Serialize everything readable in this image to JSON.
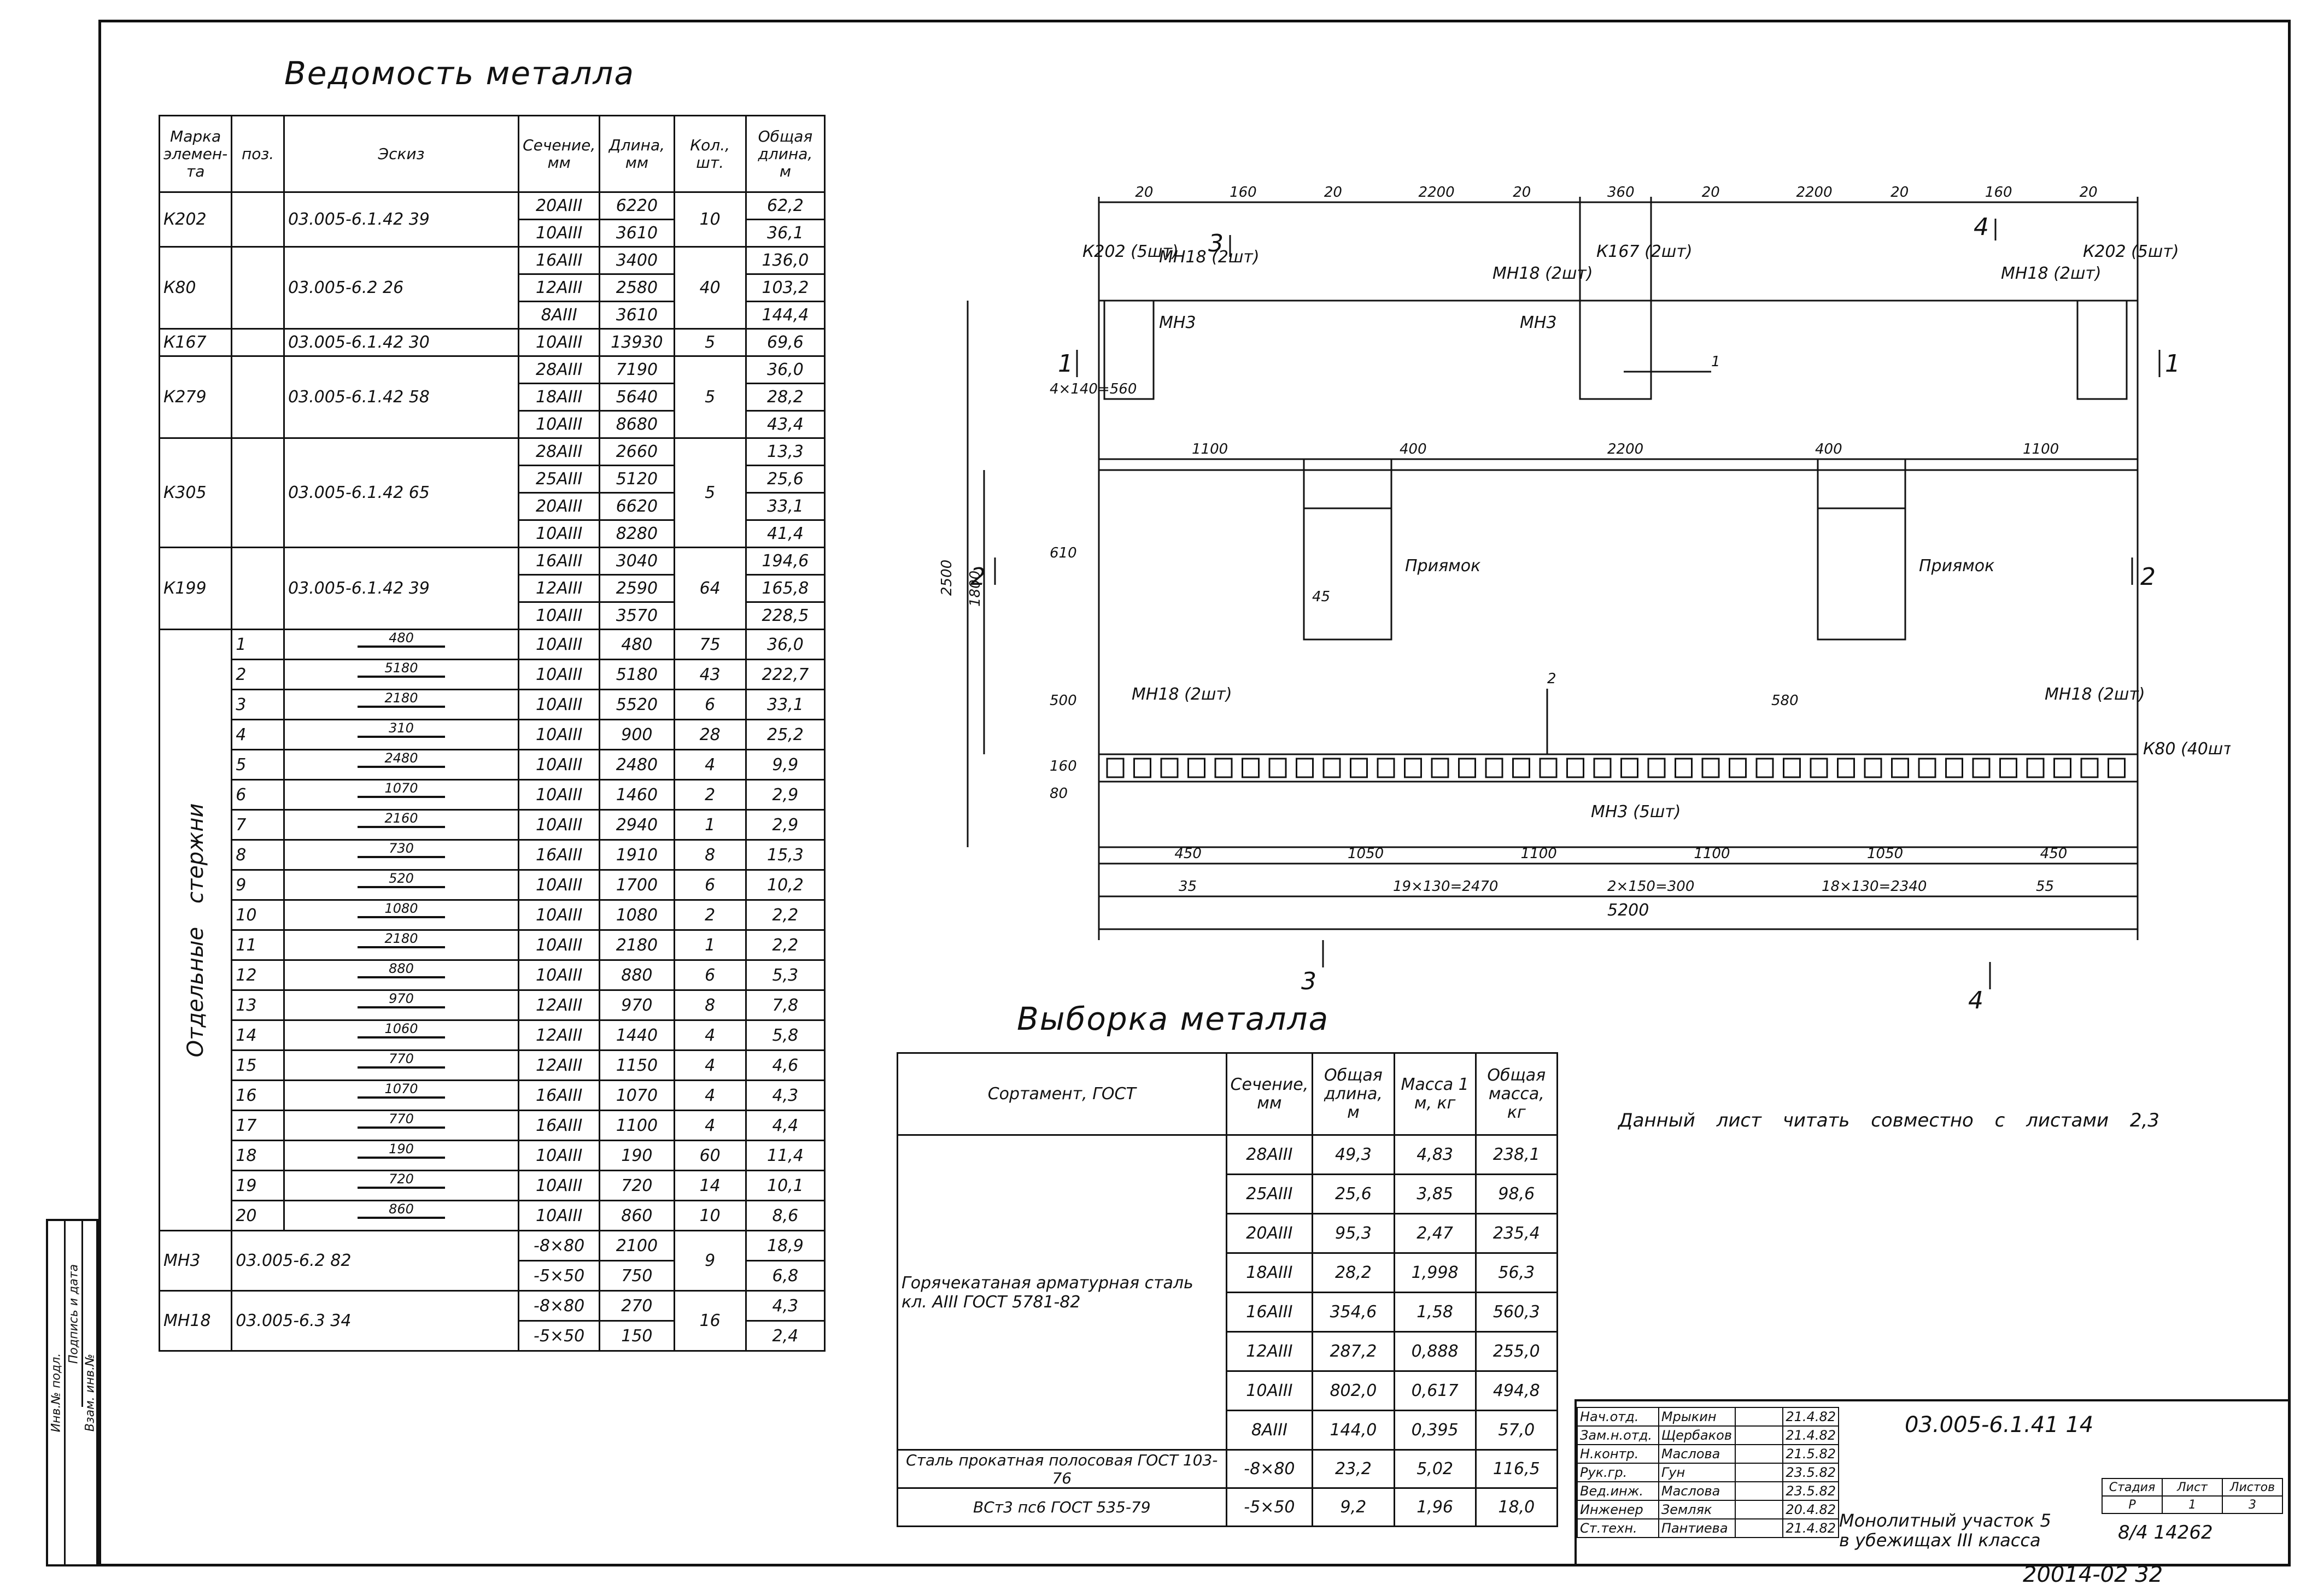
{
  "vedomost": {
    "title": "Ведомость металла",
    "headers": [
      "Марка элемен-та",
      "поз.",
      "Эскиз",
      "Сечение, мм",
      "Длина, мм",
      "Кол., шт.",
      "Общая длина, м"
    ],
    "elements": [
      {
        "mark": "К202",
        "sketch": "03.005-6.1.42 39",
        "qty": "10",
        "rows": [
          [
            "20АIII",
            "6220",
            "62,2"
          ],
          [
            "10АIII",
            "3610",
            "36,1"
          ]
        ]
      },
      {
        "mark": "К80",
        "sketch": "03.005-6.2 26",
        "qty": "40",
        "rows": [
          [
            "16АIII",
            "3400",
            "136,0"
          ],
          [
            "12АIII",
            "2580",
            "103,2"
          ],
          [
            "8АIII",
            "3610",
            "144,4"
          ]
        ]
      },
      {
        "mark": "К167",
        "sketch": "03.005-6.1.42 30",
        "qty": "5",
        "rows": [
          [
            "10АIII",
            "13930",
            "69,6"
          ]
        ]
      },
      {
        "mark": "К279",
        "sketch": "03.005-6.1.42 58",
        "qty": "5",
        "rows": [
          [
            "28АIII",
            "7190",
            "36,0"
          ],
          [
            "18АIII",
            "5640",
            "28,2"
          ],
          [
            "10АIII",
            "8680",
            "43,4"
          ]
        ]
      },
      {
        "mark": "К305",
        "sketch": "03.005-6.1.42 65",
        "qty": "5",
        "rows": [
          [
            "28АIII",
            "2660",
            "13,3"
          ],
          [
            "25АIII",
            "5120",
            "25,6"
          ],
          [
            "20АIII",
            "6620",
            "33,1"
          ],
          [
            "10АIII",
            "8280",
            "41,4"
          ]
        ]
      },
      {
        "mark": "К199",
        "sketch": "03.005-6.1.42 39",
        "qty": "64",
        "rows": [
          [
            "16АIII",
            "3040",
            "194,6"
          ],
          [
            "12АIII",
            "2590",
            "165,8"
          ],
          [
            "10АIII",
            "3570",
            "228,5"
          ]
        ]
      }
    ],
    "separate_label": "Отдельные стержни",
    "bars": [
      {
        "pos": "1",
        "len": "480",
        "sec": "10АIII",
        "dl": "480",
        "qty": "75",
        "total": "36,0"
      },
      {
        "pos": "2",
        "len": "5180",
        "sec": "10АIII",
        "dl": "5180",
        "qty": "43",
        "total": "222,7"
      },
      {
        "pos": "3",
        "len": "2180",
        "sec": "10АIII",
        "dl": "5520",
        "qty": "6",
        "total": "33,1"
      },
      {
        "pos": "4",
        "len": "310",
        "sec": "10АIII",
        "dl": "900",
        "qty": "28",
        "total": "25,2"
      },
      {
        "pos": "5",
        "len": "2480",
        "sec": "10АIII",
        "dl": "2480",
        "qty": "4",
        "total": "9,9"
      },
      {
        "pos": "6",
        "len": "1070",
        "sec": "10АIII",
        "dl": "1460",
        "qty": "2",
        "total": "2,9"
      },
      {
        "pos": "7",
        "len": "2160",
        "sec": "10АIII",
        "dl": "2940",
        "qty": "1",
        "total": "2,9"
      },
      {
        "pos": "8",
        "len": "730",
        "sec": "16АIII",
        "dl": "1910",
        "qty": "8",
        "total": "15,3"
      },
      {
        "pos": "9",
        "len": "520",
        "sec": "10АIII",
        "dl": "1700",
        "qty": "6",
        "total": "10,2"
      },
      {
        "pos": "10",
        "len": "1080",
        "sec": "10АIII",
        "dl": "1080",
        "qty": "2",
        "total": "2,2"
      },
      {
        "pos": "11",
        "len": "2180",
        "sec": "10АIII",
        "dl": "2180",
        "qty": "1",
        "total": "2,2"
      },
      {
        "pos": "12",
        "len": "880",
        "sec": "10АIII",
        "dl": "880",
        "qty": "6",
        "total": "5,3"
      },
      {
        "pos": "13",
        "len": "970",
        "sec": "12АIII",
        "dl": "970",
        "qty": "8",
        "total": "7,8"
      },
      {
        "pos": "14",
        "len": "1060",
        "sec": "12АIII",
        "dl": "1440",
        "qty": "4",
        "total": "5,8"
      },
      {
        "pos": "15",
        "len": "770",
        "sec": "12АIII",
        "dl": "1150",
        "qty": "4",
        "total": "4,6"
      },
      {
        "pos": "16",
        "len": "1070",
        "sec": "16АIII",
        "dl": "1070",
        "qty": "4",
        "total": "4,3"
      },
      {
        "pos": "17",
        "len": "770",
        "sec": "16АIII",
        "dl": "1100",
        "qty": "4",
        "total": "4,4"
      },
      {
        "pos": "18",
        "len": "190",
        "sec": "10АIII",
        "dl": "190",
        "qty": "60",
        "total": "11,4"
      },
      {
        "pos": "19",
        "len": "720",
        "sec": "10АIII",
        "dl": "720",
        "qty": "14",
        "total": "10,1"
      },
      {
        "pos": "20",
        "len": "860",
        "sec": "10АIII",
        "dl": "860",
        "qty": "10",
        "total": "8,6"
      }
    ],
    "plates": [
      {
        "mark": "МН3",
        "sketch": "03.005-6.2 82",
        "qty": "9",
        "rows": [
          [
            "-8×80",
            "2100",
            "18,9"
          ],
          [
            "-5×50",
            "750",
            "6,8"
          ]
        ]
      },
      {
        "mark": "МН18",
        "sketch": "03.005-6.3 34",
        "qty": "16",
        "rows": [
          [
            "-8×80",
            "270",
            "4,3"
          ],
          [
            "-5×50",
            "150",
            "2,4"
          ]
        ]
      }
    ]
  },
  "vyborka": {
    "title": "Выборка металла",
    "headers": [
      "Сортамент, ГОСТ",
      "Сечение, мм",
      "Общая длина, м",
      "Масса 1 м, кг",
      "Общая масса, кг"
    ],
    "group1_label": "Горячекатаная арматурная сталь кл. АIII ГОСТ 5781-82",
    "group1": [
      [
        "28АIII",
        "49,3",
        "4,83",
        "238,1"
      ],
      [
        "25АIII",
        "25,6",
        "3,85",
        "98,6"
      ],
      [
        "20АIII",
        "95,3",
        "2,47",
        "235,4"
      ],
      [
        "18АIII",
        "28,2",
        "1,998",
        "56,3"
      ],
      [
        "16АIII",
        "354,6",
        "1,58",
        "560,3"
      ],
      [
        "12АIII",
        "287,2",
        "0,888",
        "255,0"
      ],
      [
        "10АIII",
        "802,0",
        "0,617",
        "494,8"
      ],
      [
        "8АIII",
        "144,0",
        "0,395",
        "57,0"
      ]
    ],
    "group2_label1": "Сталь прокатная полосовая ГОСТ 103-76",
    "group2_label2": "ВСт3 пс6 ГОСТ 535-79",
    "group2": [
      [
        "-8×80",
        "23,2",
        "5,02",
        "116,5"
      ],
      [
        "-5×50",
        "9,2",
        "1,96",
        "18,0"
      ]
    ]
  },
  "note": "Данный лист читать совместно с листами 2,3",
  "drawing": {
    "dims_top": [
      "20",
      "160",
      "20",
      "2200",
      "20",
      "360",
      "20",
      "2200",
      "20",
      "160",
      "20"
    ],
    "dims_mid": [
      "1100",
      "400",
      "2200",
      "400",
      "1100"
    ],
    "dims_bot1": [
      "450",
      "1050",
      "1100",
      "1100",
      "1050",
      "450"
    ],
    "dims_bot2": [
      "35",
      "19×130=2470",
      "2×150=300",
      "18×130=2340",
      "55"
    ],
    "overall": "5200",
    "height_total": "2500",
    "height_inner": "1800",
    "marks": [
      "К202 (5шт)",
      "К167 (2шт)",
      "К202 (5шт)",
      "МН18 (2шт)",
      "МН3",
      "МН18 (2шт)",
      "МН3",
      "МН18 (2шт)",
      "МН18 (2шт)",
      "МН18 (2шт)",
      "МН3 (5шт)",
      "К80 (40шт)"
    ],
    "pit": "Приямок",
    "sections": [
      "1",
      "2",
      "3",
      "4"
    ],
    "small": [
      "610",
      "500",
      "45",
      "580",
      "160",
      "80",
      "4×140=560",
      "2",
      "1"
    ]
  },
  "stamp": {
    "code": "03.005-6.1.41 14",
    "rows": [
      [
        "Нач.отд.",
        "Мрыкин"
      ],
      [
        "Зам.н.отд.",
        "Щербаков"
      ],
      [
        "Н.контр.",
        "Маслова"
      ],
      [
        "Рук.гр.",
        "Гун"
      ],
      [
        "Вед.инж.",
        "Маслова"
      ],
      [
        "Инженер",
        "Земляк"
      ],
      [
        "Ст.техн.",
        "Пантиева"
      ]
    ],
    "dates": [
      "21.4.82",
      "21.4.82",
      "21.5.82",
      "23.5.82",
      "23.5.82",
      "20.4.82",
      "21.4.82"
    ],
    "object1": "Монолитный участок 5",
    "object2": "в убежищах III класса",
    "stage_headers": [
      "Стадия",
      "Лист",
      "Листов"
    ],
    "stage_values": [
      "Р",
      "1",
      "3"
    ],
    "org": "8/4 14262",
    "sheet": "20014-02 32"
  },
  "sidebar": [
    "Инв.№ подл.",
    "Подпись и дата",
    "Взам. инв.№"
  ]
}
